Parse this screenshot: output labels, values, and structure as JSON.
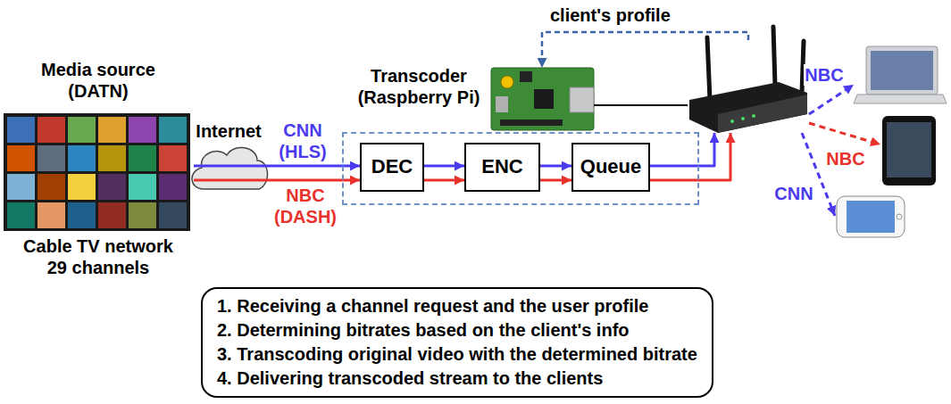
{
  "diagram": {
    "nodes": [
      {
        "text": [
          "Media source (DATN)",
          "Cable TV network 29 channels"
        ]
      },
      {
        "text": [
          "Internet"
        ]
      },
      {
        "text": [
          "Transcoder (Raspberry Pi)"
        ]
      },
      {
        "text": [
          "DEC"
        ],
        "in": 2
      },
      {
        "text": [
          "ENC"
        ],
        "in": 2
      },
      {
        "text": [
          "Queue"
        ],
        "in": 2
      },
      {
        "text": []
      },
      {
        "text": []
      },
      {
        "text": []
      },
      {
        "text": []
      },
      {
        "text": [
          "1. Receiving a channel request and the user profile",
          "2. Determining bitrates based on the client's info",
          "3. Transcoding original video with the determined bitrate",
          "4. Delivering transcoded stream to the clients"
        ]
      }
    ],
    "edges": [
      {
        "from": 0,
        "to": 3,
        "label": "CNN (HLS)",
        "arrow": "to"
      },
      {
        "from": 0,
        "to": 3,
        "label": "NBC (DASH)",
        "arrow": "to"
      },
      {
        "from": 3,
        "to": 4,
        "arrow": "to"
      },
      {
        "from": 3,
        "to": 4,
        "arrow": "to"
      },
      {
        "from": 4,
        "to": 5,
        "arrow": "to"
      },
      {
        "from": 4,
        "to": 5,
        "arrow": "to"
      },
      {
        "from": 5,
        "to": 6,
        "arrow": "to"
      },
      {
        "from": 5,
        "to": 6,
        "arrow": "to"
      },
      {
        "from": 6,
        "to": 7,
        "label": "NBC",
        "arrow": "to"
      },
      {
        "from": 6,
        "to": 8,
        "label": "NBC",
        "arrow": "to"
      },
      {
        "from": 6,
        "to": 9,
        "label": "CNN",
        "arrow": "to"
      },
      {
        "from": 6,
        "to": 2,
        "label": "client's profile",
        "arrow": "to"
      },
      {
        "from": 2,
        "to": 6,
        "arrow": "none"
      }
    ]
  }
}
